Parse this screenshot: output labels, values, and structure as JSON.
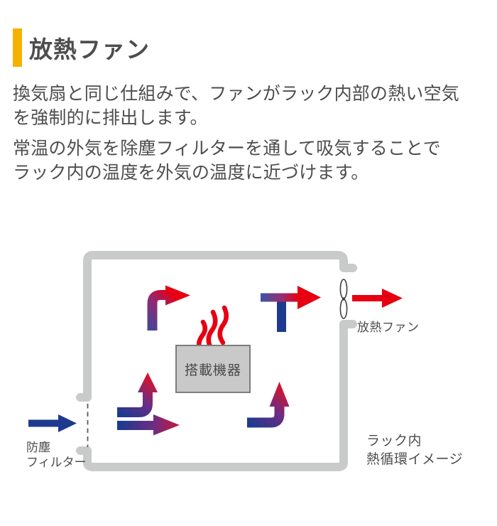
{
  "page": {
    "background": "#ffffff",
    "text_color": "#4d4d4d"
  },
  "header": {
    "title": "放熱ファン",
    "accent_color": "#f3b200"
  },
  "intro": {
    "sentence1_line1": "換気扇と同じ仕組みで、ファンがラック内部の熱い空気",
    "sentence1_line2": "を強制的に排出します。",
    "sentence2_line1": "常温の外気を除塵フィルターを通して吸気することで",
    "sentence2_line2": "ラック内の温度を外気の温度に近づけます。"
  },
  "diagram": {
    "equipment_box": "搭載機器",
    "fan_label": "放熱ファン",
    "filter_label_line1": "防塵",
    "filter_label_line2": "フィルター",
    "caption_line1": "ラック内",
    "caption_line2": "熱循環イメージ",
    "colors": {
      "hot_air_red": "#e60012",
      "cool_air_blue": "#1e3a8f",
      "enclosure_gray": "#c9caca",
      "box_fill": "#c9c9c9",
      "box_border": "#7d7d7d"
    },
    "icons": {
      "fan": "two-blade-propeller",
      "heat": "three-red-heat-waves",
      "filter": "dashed-line-opening"
    }
  }
}
